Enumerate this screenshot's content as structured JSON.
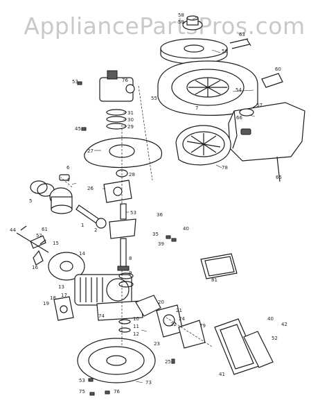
{
  "watermark": "AppliancePartsPros.com",
  "labels": [
    "58",
    "59",
    "63",
    "56",
    "60",
    "76",
    "54",
    "53",
    "31",
    "30",
    "29",
    "57",
    "55",
    "7",
    "66",
    "45",
    "27",
    "78",
    "65",
    "6",
    "28",
    "26",
    "4",
    "5",
    "53",
    "1",
    "2",
    "36",
    "35",
    "40",
    "39",
    "44",
    "61",
    "52",
    "15",
    "14",
    "16",
    "8",
    "9",
    "81",
    "13",
    "17",
    "20",
    "21",
    "22",
    "23",
    "24",
    "79",
    "18",
    "19",
    "74",
    "10",
    "11",
    "12",
    "40",
    "42",
    "52",
    "41",
    "25",
    "73",
    "53",
    "75",
    "76"
  ]
}
